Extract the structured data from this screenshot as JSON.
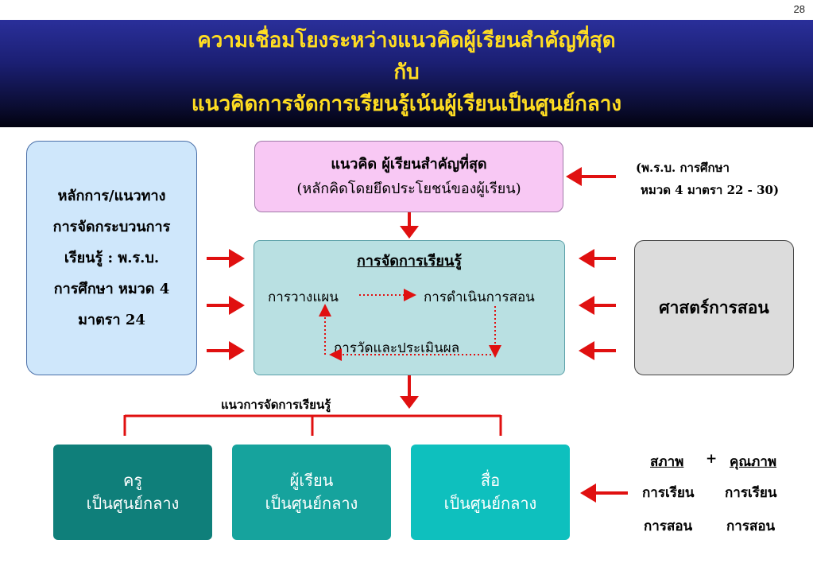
{
  "page_number": "28",
  "title": {
    "line1": "ความเชื่อมโยงระหว่างแนวคิดผู้เรียนสำคัญที่สุด",
    "line2": "กับ",
    "line3": "แนวคิดการจัดการเรียนรู้เน้นผู้เรียนเป็นศูนย์กลาง"
  },
  "left_box": {
    "lines": [
      "หลักการ/แนวทาง",
      "การจัดกระบวนการ",
      "เรียนรู้ : พ.ร.บ.",
      "การศึกษา หมวด 4",
      "มาตรา 24"
    ]
  },
  "top_box": {
    "line1": "แนวคิด ผู้เรียนสำคัญที่สุด",
    "line2": "(หลักคิดโดยยึดประโยชน์ของผู้เรียน)"
  },
  "reference": {
    "line1": "(พ.ร.บ. การศึกษา",
    "line2": "หมวด 4 มาตรา 22 - 30)"
  },
  "center_box": {
    "title": "การจัดการเรียนรู้",
    "planning": "การวางแผน",
    "teaching": "การดำเนินการสอน",
    "evaluation": "การวัดและประเมินผล"
  },
  "right_box": {
    "label": "ศาสตร์การสอน"
  },
  "branch_label": "แนวการจัดการเรียนรู้",
  "bottom_boxes": [
    {
      "line1": "ครู",
      "line2": "เป็นศูนย์กลาง"
    },
    {
      "line1": "ผู้เรียน",
      "line2": "เป็นศูนย์กลาง"
    },
    {
      "line1": "สื่อ",
      "line2": "เป็นศูนย์กลาง"
    }
  ],
  "quality_table": {
    "head_left": "สภาพ",
    "plus": "+",
    "head_right": "คุณภาพ",
    "row1_left": "การเรียน",
    "row1_right": "การเรียน",
    "row2_left": "การสอน",
    "row2_right": "การสอน"
  },
  "colors": {
    "arrow": "#e01010",
    "title_text": "#ffdd22",
    "header_bg": "#1b1f73",
    "left_box": "#cfe7fb",
    "top_box": "#f8c8f4",
    "center_box": "#b9e0e2",
    "right_box": "#dcdcdc",
    "teal_dark": "#0f7f7a",
    "teal_mid": "#16a39d",
    "teal_light": "#0ec0be"
  }
}
